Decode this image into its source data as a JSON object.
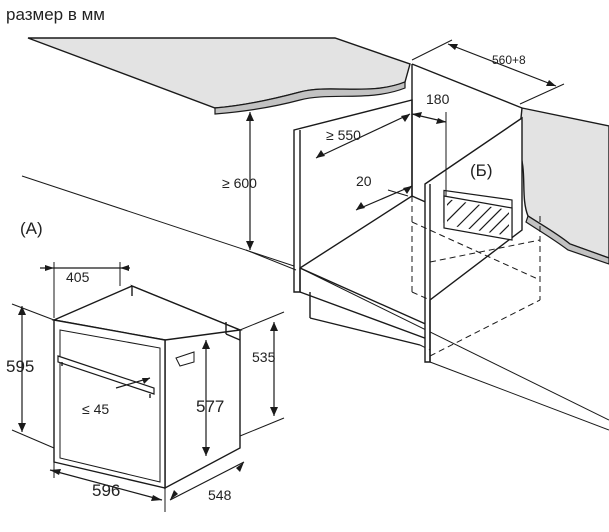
{
  "caption": "размер в мм",
  "markers": {
    "oven_view": "(A)",
    "vent_detail": "(Б)"
  },
  "cabinet_dimensions": {
    "niche_height": "≥ 600",
    "niche_depth": "≥ 550",
    "rear_gap": "180",
    "floor_offset": "20",
    "niche_width": "560+8"
  },
  "oven_dimensions": {
    "front_thickness": "405",
    "height": "595",
    "body_height": "535",
    "door_height": "577",
    "handle_clearance": "≤ 45",
    "width": "596",
    "depth": "548"
  },
  "colors": {
    "line": "#1a1a1a",
    "countertop": "#e3e3e3",
    "countertop_edge": "#c2c2c2",
    "background": "#ffffff"
  }
}
